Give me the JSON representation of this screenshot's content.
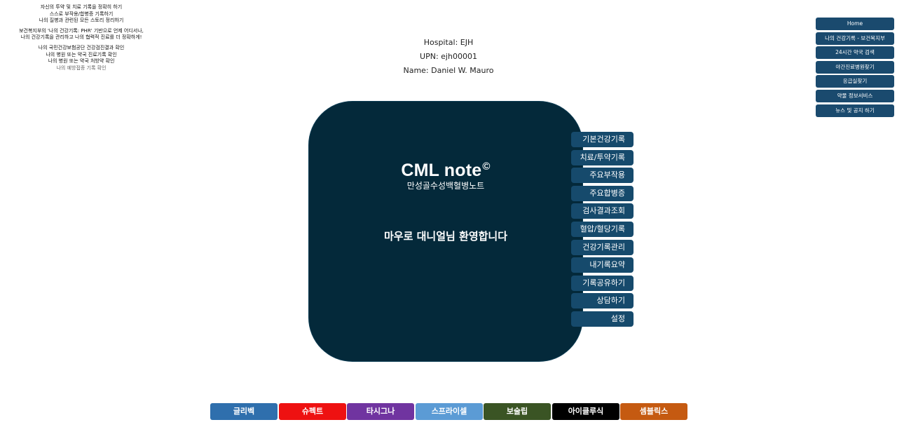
{
  "intro": {
    "groups": [
      [
        "자신의 투약 및 치료 기록을 정확히 하기",
        "스스로 부작용/합병증 기록하기",
        "나의 질병과 관련된 모든 스토리 정리하기"
      ],
      [
        "보건복지부의 '나의 건강기록: PHR' 기반으로 언제 어디서나,",
        "나의 건강기록을 관리하고 나의 협력적 진료를 더 정확하게!"
      ],
      [
        "나의 국민건강보험공단 건강검진결과 확인",
        "나의 병원 또는 약국 진료기록 확인",
        "나의 병원 또는 약국 처방약 확인",
        "나의 예방접종 기록 확인"
      ]
    ]
  },
  "patient": {
    "hospital": "Hospital: EJH",
    "upn": "UPN: ejh00001",
    "name": "Name: Daniel W. Mauro"
  },
  "topnav": [
    "Home",
    "나의 건강기록 - 보건복지부",
    "24시간 약국 검색",
    "야간진료병원찾기",
    "응급실찾기",
    "약물 정보서비스",
    "뉴스 및 공지 하기"
  ],
  "brand": {
    "name": "CML note",
    "copyright": "©",
    "subtitle": "만성골수성백혈병노트"
  },
  "welcome": "마우로 대니얼님 환영합니다",
  "sidemenu": [
    "기본건강기록",
    "치료/투약기록",
    "주요부작용",
    "주요합병증",
    "검사결과조회",
    "혈압/혈당기록",
    "건강기록관리",
    "내기록요약",
    "기록공유하기",
    "상담하기",
    "설정"
  ],
  "drugs": [
    {
      "label": "글리벡",
      "color": "#2f6fad"
    },
    {
      "label": "슈펙트",
      "color": "#ee1111"
    },
    {
      "label": "타시그나",
      "color": "#7034a0"
    },
    {
      "label": "스프라이셀",
      "color": "#5b9bd5"
    },
    {
      "label": "보술립",
      "color": "#3a5424"
    },
    {
      "label": "아이클루식",
      "color": "#000000"
    },
    {
      "label": "셈블릭스",
      "color": "#c55a11"
    }
  ]
}
